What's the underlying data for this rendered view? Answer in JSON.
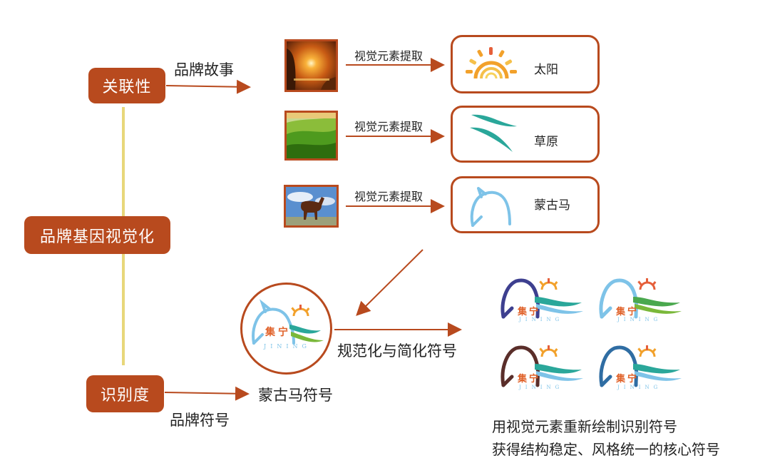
{
  "nodes": {
    "relevance": "关联性",
    "gene_visual": "品牌基因视觉化",
    "recognition": "识别度"
  },
  "edges": {
    "brand_story": "品牌故事",
    "brand_symbol": "品牌符号",
    "extract": "视觉元素提取",
    "normalize": "规范化与简化符号"
  },
  "elements": [
    {
      "label": "太阳",
      "photo": "sunset-photo"
    },
    {
      "label": "草原",
      "photo": "grassland-photo"
    },
    {
      "label": "蒙古马",
      "photo": "horse-photo"
    }
  ],
  "symbol": {
    "label": "蒙古马符号",
    "brand_cn": "集宁",
    "brand_en": "JINING"
  },
  "variants": [
    {
      "brand_cn": "集宁",
      "brand_en": "JINING",
      "horse_color": "#3d3f8f"
    },
    {
      "brand_cn": "集宁",
      "brand_en": "JINING",
      "horse_color": "#7ec3e8"
    },
    {
      "brand_cn": "集宁",
      "brand_en": "JINING",
      "horse_color": "#5a2e2a"
    },
    {
      "brand_cn": "集宁",
      "brand_en": "JINING",
      "horse_color": "#2f6da3"
    }
  ],
  "caption": {
    "line1": "用视觉元素重新绘制识别符号",
    "line2": "获得结构稳定、风格统一的核心符号"
  },
  "colors": {
    "accent": "#b84a1e",
    "spine": "#e8d77a",
    "teal": "#2aa79a",
    "sun": "#f2a12b",
    "light_blue": "#7ec3e8"
  }
}
